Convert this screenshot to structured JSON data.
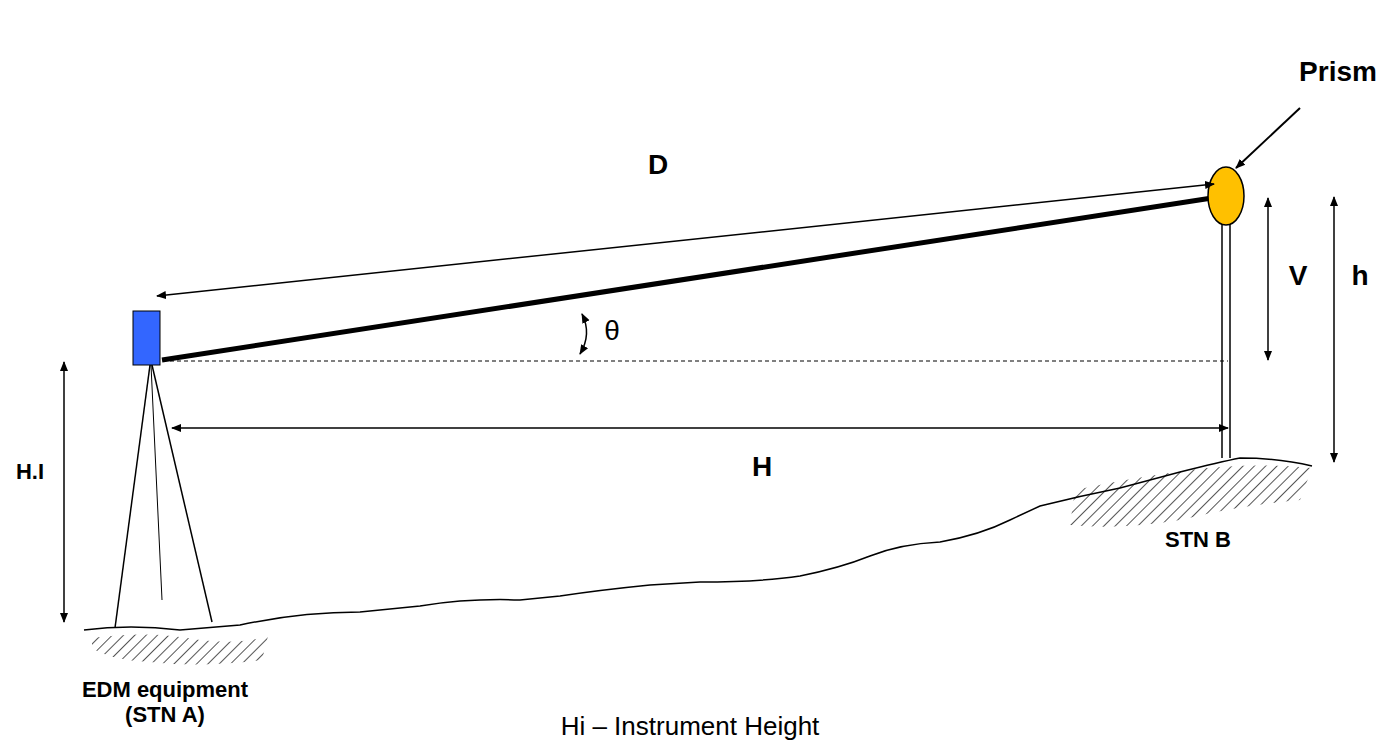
{
  "diagram": {
    "labels": [
      "Prism",
      "D",
      "V",
      "h",
      "θ",
      "H",
      "H.I",
      "STN B",
      "EDM equipment (STN A)",
      "Hi – Instrument Height"
    ]
  }
}
